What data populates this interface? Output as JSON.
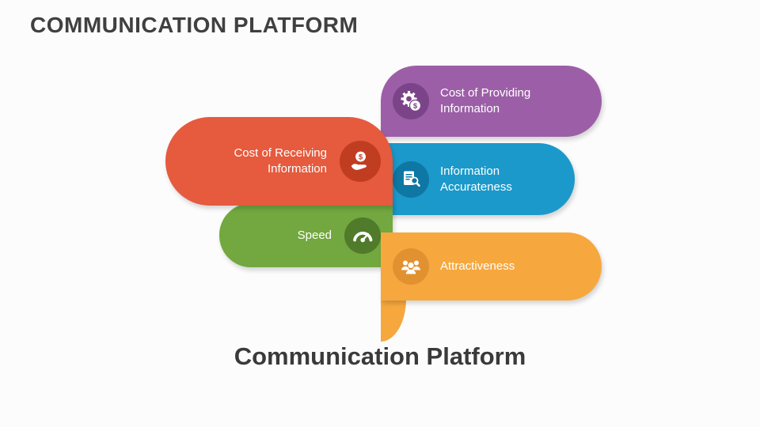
{
  "slide": {
    "title": "COMMUNICATION PLATFORM",
    "caption": "Communication Platform",
    "background_color": "#fcfcfc",
    "title_color": "#404040"
  },
  "diagram": {
    "items": [
      {
        "id": "cost-of-providing-information",
        "label": "Cost of Providing Information",
        "color": "#9c5fa7",
        "icon": "gear-dollar-icon",
        "icon_color": "#7b4489"
      },
      {
        "id": "cost-of-receiving-information",
        "label": "Cost of Receiving Information",
        "color": "#e65a3d",
        "icon": "hand-dollar-icon",
        "icon_color": "#c13d22"
      },
      {
        "id": "information-accurateness",
        "label": "Information Accurateness",
        "color": "#1b99ca",
        "icon": "document-search-icon",
        "icon_color": "#0e77a3"
      },
      {
        "id": "speed",
        "label": "Speed",
        "color": "#72a83f",
        "icon": "speedometer-icon",
        "icon_color": "#507b2a"
      },
      {
        "id": "attractiveness",
        "label": "Attractiveness",
        "color": "#f6a83e",
        "icon": "people-group-icon",
        "icon_color": "#e29130"
      }
    ]
  }
}
